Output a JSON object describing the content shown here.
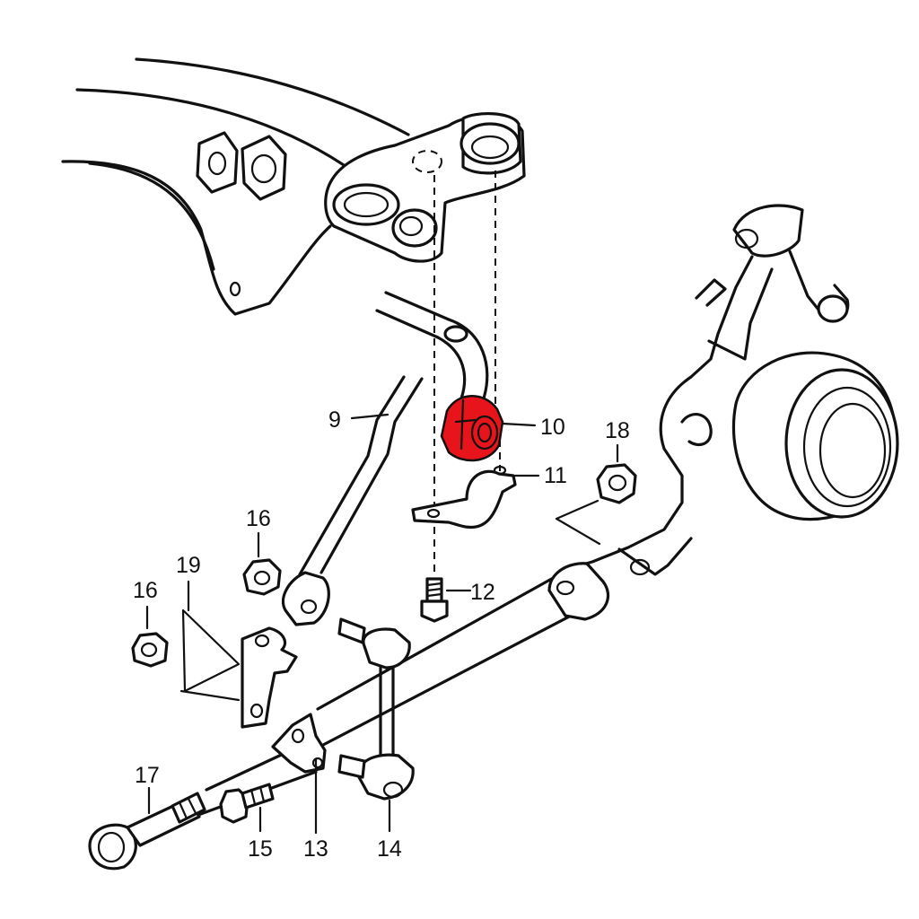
{
  "diagram": {
    "highlight_color": "#e8141b",
    "line_color": "#111111",
    "background": "#ffffff",
    "callouts": {
      "c9": "9",
      "c10": "10",
      "c11": "11",
      "c12": "12",
      "c13": "13",
      "c14": "14",
      "c15": "15",
      "c16a": "16",
      "c16b": "16",
      "c17": "17",
      "c18": "18",
      "c19": "19"
    }
  }
}
